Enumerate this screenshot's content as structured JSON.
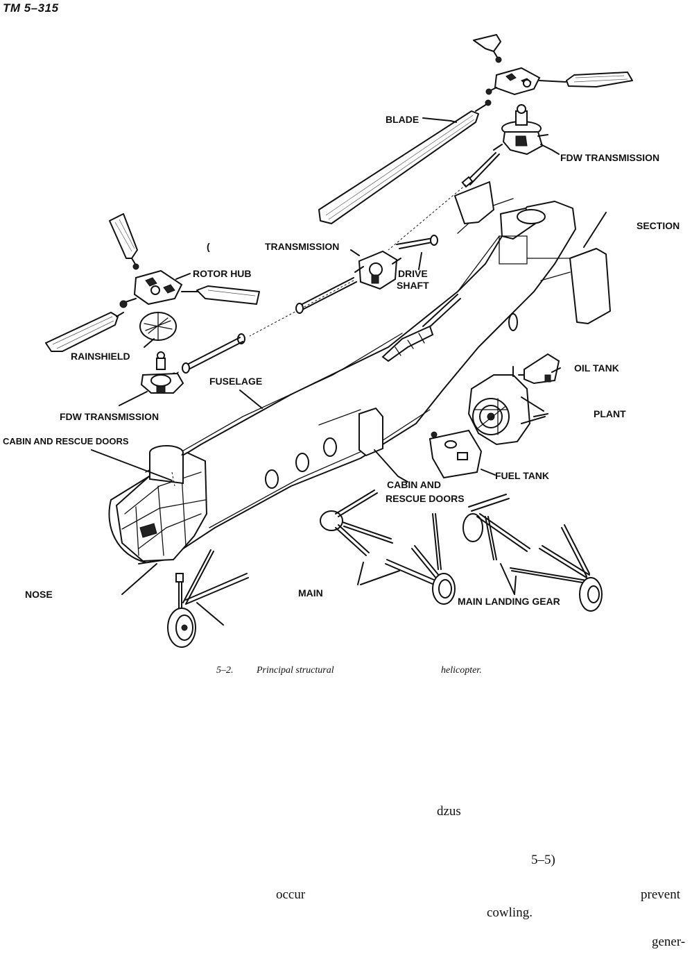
{
  "header": {
    "doc_id": "TM 5–315"
  },
  "labels": {
    "blade": "BLADE",
    "fdw_transmission_top": "FDW TRANSMISSION",
    "section": "SECTION",
    "transmission": "TRANSMISSION",
    "paren": "(",
    "rotor_hub": "ROTOR HUB",
    "drive": "DRIVE",
    "shaft": "SHAFT",
    "rainshield": "RAINSHIELD",
    "oil_tank": "OIL TANK",
    "fuselage": "FUSELAGE",
    "fdw_transmission_bottom": "FDW TRANSMISSION",
    "plant": "PLANT",
    "cabin_rescue_doors_left": "CABIN AND RESCUE DOORS",
    "fuel_tank": "FUEL TANK",
    "cabin_and": "CABIN AND",
    "rescue_doors": "RESCUE DOORS",
    "nose": "NOSE",
    "main": "MAIN",
    "main_landing_gear": "MAIN LANDING GEAR"
  },
  "caption": {
    "number": "5–2.",
    "part1": "Principal structural",
    "part2": "helicopter."
  },
  "body_text": {
    "dzus": "dzus",
    "ref": "5–5)",
    "occur": "occur",
    "prevent": "prevent",
    "cowling": "cowling.",
    "gener": "gener-"
  }
}
